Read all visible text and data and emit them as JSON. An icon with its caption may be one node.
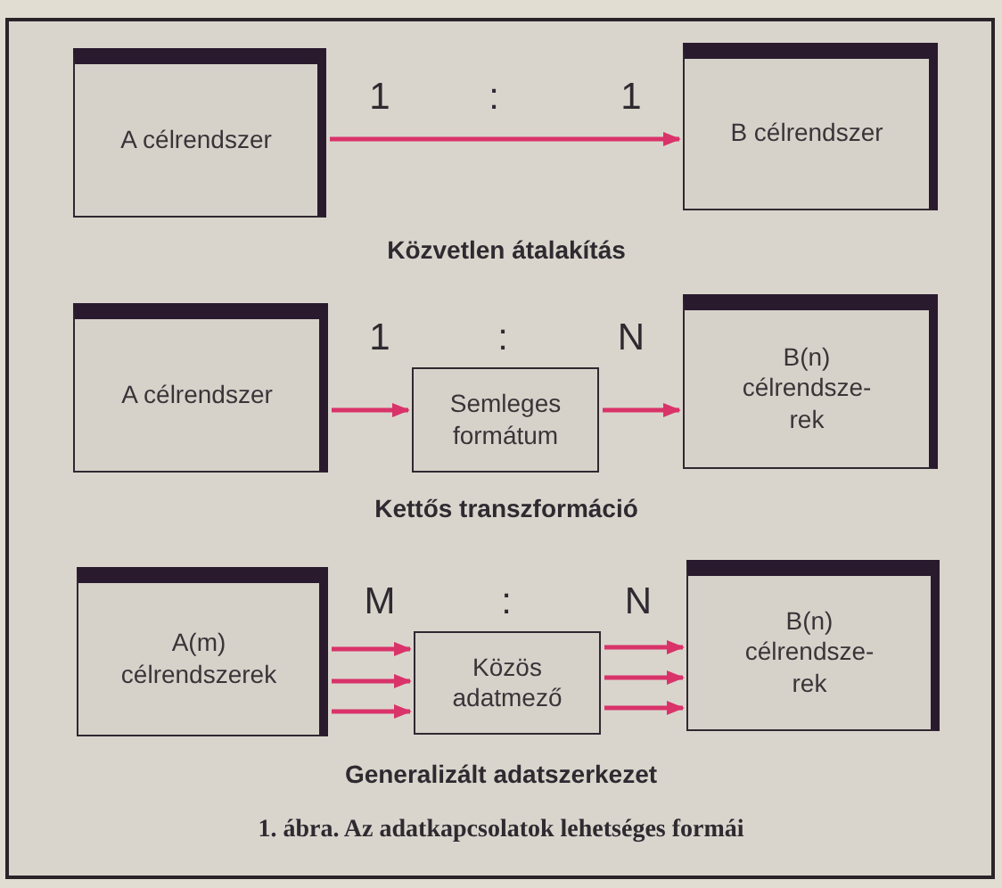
{
  "diagram": {
    "caption": "1. ábra. Az adatkapcsolatok lehetséges formái",
    "nodes": [
      {
        "text": [
          "A célrendszer"
        ]
      },
      {
        "text": [
          "B célrendszer"
        ]
      },
      {
        "text": [
          "A célrendszer"
        ]
      },
      {
        "text": [
          "Semleges formátum"
        ]
      },
      {
        "text": [
          "B(n) célrendsze- rek"
        ]
      },
      {
        "text": [
          "A(m) célrendszerek"
        ]
      },
      {
        "text": [
          "Közös adatmező"
        ]
      },
      {
        "text": [
          "B(n) célrendsze- rek"
        ]
      }
    ],
    "edges": [
      {
        "from": 0,
        "to": 1,
        "arrow": "to"
      },
      {
        "from": 2,
        "to": 3,
        "arrow": "to"
      },
      {
        "from": 3,
        "to": 4,
        "arrow": "to"
      },
      {
        "from": 5,
        "to": 6,
        "arrow": "to"
      },
      {
        "from": 5,
        "to": 6,
        "arrow": "to"
      },
      {
        "from": 5,
        "to": 6,
        "arrow": "to"
      },
      {
        "from": 6,
        "to": 7,
        "arrow": "to"
      },
      {
        "from": 6,
        "to": 7,
        "arrow": "to"
      },
      {
        "from": 6,
        "to": 7,
        "arrow": "to"
      }
    ],
    "labels": [
      "1",
      ":",
      "1",
      "Közvetlen átalakítás",
      "1",
      ":",
      "N",
      "Kettős transzformáció",
      "M",
      ":",
      "N",
      "Generalizált adatszerkezet"
    ]
  }
}
